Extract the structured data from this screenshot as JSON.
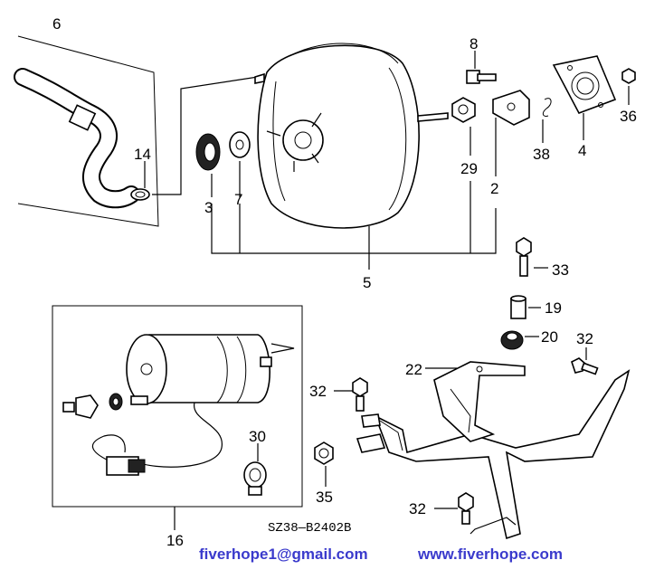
{
  "callouts": {
    "c1": "6",
    "c2": "14",
    "c3": "3",
    "c4": "7",
    "c5": "5",
    "c6": "8",
    "c7": "29",
    "c8": "2",
    "c9": "38",
    "c10": "4",
    "c11": "36",
    "c12": "33",
    "c13": "19",
    "c14": "20",
    "c15": "32",
    "c16": "22",
    "c17": "32",
    "c18": "30",
    "c19": "35",
    "c20": "16",
    "c21": "32"
  },
  "diagram_code": "SZ38—B2402B",
  "watermark": {
    "email": "fiverhope1@gmail.com",
    "website": "www.fiverhope.com"
  },
  "colors": {
    "ink": "#000000",
    "watermark": "#3a3acc",
    "background": "#ffffff"
  }
}
